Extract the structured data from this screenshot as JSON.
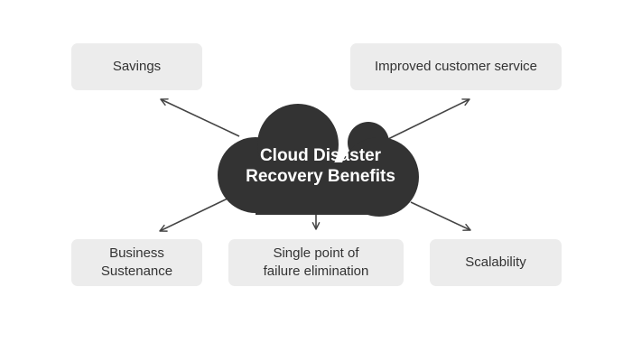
{
  "center": {
    "lines": [
      "Cloud Disaster",
      "Recovery Benefits"
    ]
  },
  "benefits": {
    "savings": {
      "lines": [
        "Savings"
      ]
    },
    "improved_customer_service": {
      "lines": [
        "Improved customer service"
      ]
    },
    "business_sustenance": {
      "lines": [
        "Business",
        "Sustenance"
      ]
    },
    "single_point_of_failure_elimination": {
      "lines": [
        "Single point of",
        "failure elimination"
      ]
    },
    "scalability": {
      "lines": [
        "Scalability"
      ]
    }
  },
  "colors": {
    "cloud": "#333333",
    "box": "#ececec",
    "arrow": "#444444",
    "text": "#333333"
  }
}
